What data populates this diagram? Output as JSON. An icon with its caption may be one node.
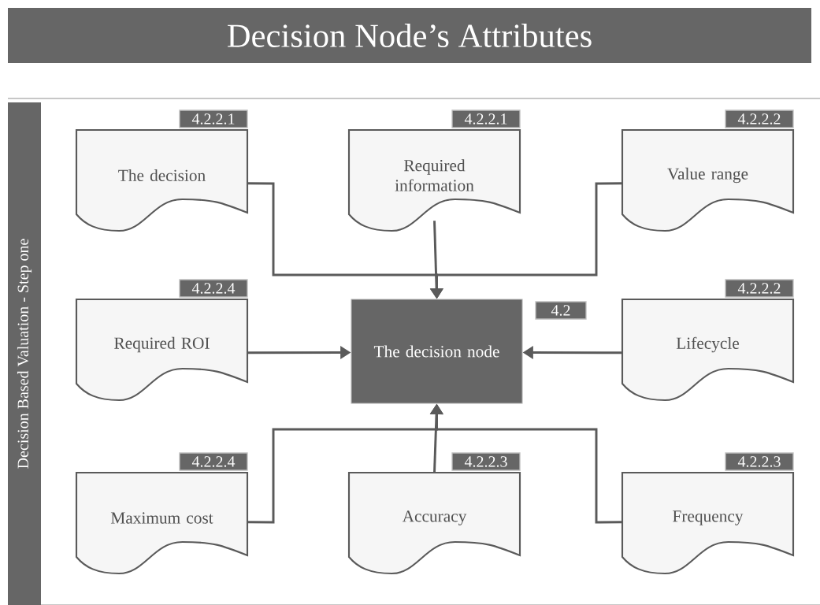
{
  "diagram": {
    "title": "Decision Node’s Attributes",
    "nodes": [
      {
        "text": [
          "Decision Based Valuation - Step one"
        ]
      },
      {
        "text": [
          "The decision"
        ],
        "beside": [
          "4.2.2.1"
        ]
      },
      {
        "text": [
          "Required information"
        ],
        "beside": [
          "4.2.2.1"
        ]
      },
      {
        "text": [
          "Value range"
        ],
        "beside": [
          "4.2.2.2"
        ]
      },
      {
        "text": [
          "Required ROI"
        ],
        "beside": [
          "4.2.2.4"
        ]
      },
      {
        "text": [
          "The decision node"
        ],
        "beside": [
          "4.2"
        ]
      },
      {
        "text": [
          "Lifecycle"
        ],
        "beside": [
          "4.2.2.2"
        ]
      },
      {
        "text": [
          "Maximum cost"
        ],
        "beside": [
          "4.2.2.4"
        ]
      },
      {
        "text": [
          "Accuracy"
        ],
        "beside": [
          "4.2.2.3"
        ]
      },
      {
        "text": [
          "Frequency"
        ],
        "beside": [
          "4.2.2.3"
        ]
      }
    ],
    "edges": [
      {
        "from": 1,
        "to": 5,
        "arrow": "to"
      },
      {
        "from": 2,
        "to": 5,
        "arrow": "to"
      },
      {
        "from": 3,
        "to": 5,
        "arrow": "to"
      },
      {
        "from": 4,
        "to": 5,
        "arrow": "to"
      },
      {
        "from": 6,
        "to": 5,
        "arrow": "to"
      },
      {
        "from": 7,
        "to": 5,
        "arrow": "to"
      },
      {
        "from": 8,
        "to": 5,
        "arrow": "to"
      },
      {
        "from": 9,
        "to": 5,
        "arrow": "to"
      }
    ]
  }
}
